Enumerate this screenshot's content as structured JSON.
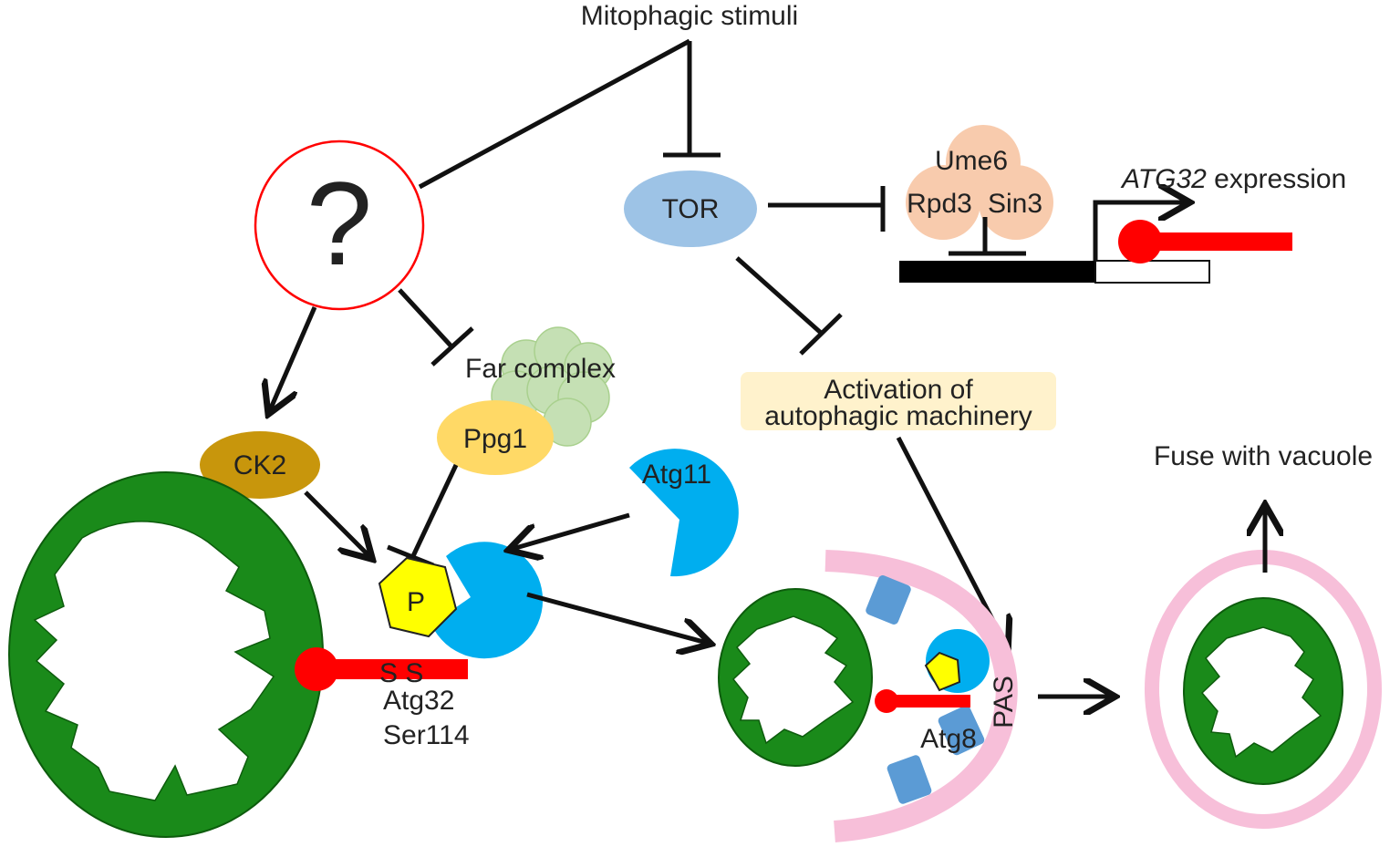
{
  "labels": {
    "mitophagic_stimuli": "Mitophagic stimuli",
    "unknown_factor": "?",
    "tor": "TOR",
    "ume6": "Ume6",
    "rpd3": "Rpd3",
    "sin3": "Sin3",
    "atg32_gene": "ATG32",
    "expression": " expression",
    "far_complex": "Far complex",
    "ppg1": "Ppg1",
    "ck2": "CK2",
    "activation_line1": "Activation of",
    "activation_line2": "autophagic machinery",
    "atg11": "Atg11",
    "phospho": "P",
    "serines": "S S",
    "atg32_line1": "Atg32",
    "atg32_line2": "Ser114",
    "atg8": "Atg8",
    "pas": "PAS",
    "fuse": "Fuse with vacuole"
  },
  "colors": {
    "mitochondria": "#1a8a1a",
    "mitochondria_outline": "#0d5c0d",
    "atg32": "#ff0000",
    "atg11": "#00aeef",
    "phospho": "#ffff00",
    "tor": "#9dc3e6",
    "ck2": "#c8960c",
    "ppg1": "#ffd966",
    "far": "#c5e0b4",
    "ume6_complex": "#f8cbad",
    "activation_box": "#fff2cc",
    "pas_membrane": "#f7bfd9",
    "atg8": "#5b9bd5",
    "unknown_outline": "#ff0000"
  }
}
